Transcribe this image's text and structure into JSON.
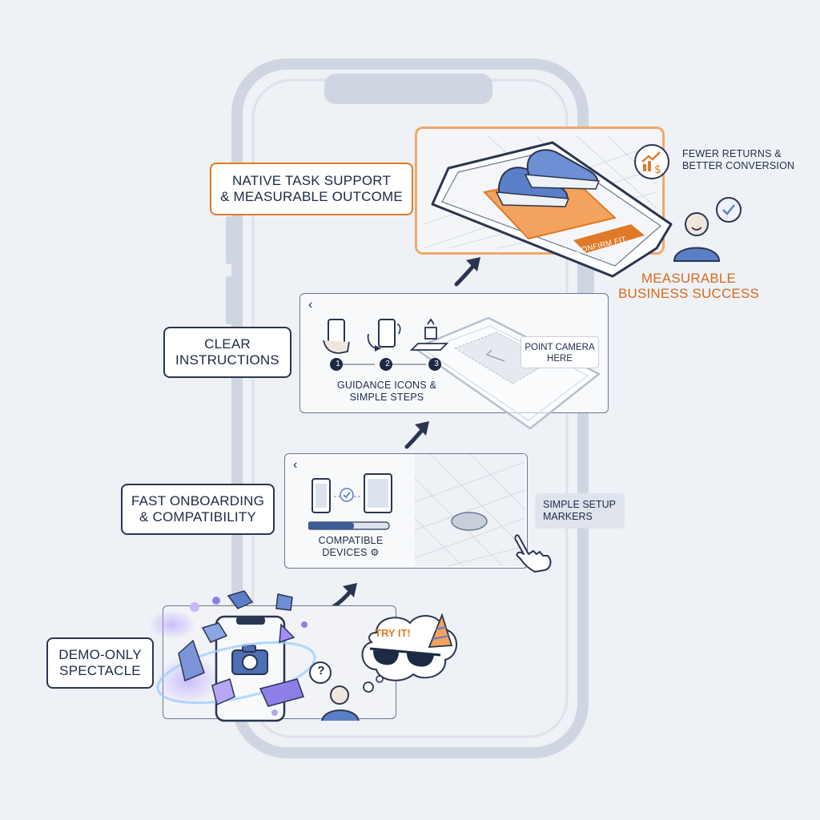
{
  "labels": {
    "native_task": [
      "NATIVE TASK SUPPORT",
      "& MEASURABLE OUTCOME"
    ],
    "clear_instructions": [
      "CLEAR",
      "INSTRUCTIONS"
    ],
    "fast_onboarding": [
      "FAST ONBOARDING",
      "& COMPATIBILITY"
    ],
    "demo_only": [
      "DEMO-ONLY",
      "SPECTACLE"
    ]
  },
  "outcome": {
    "returns": [
      "FEWER RETURNS &",
      "BETTER CONVERSION"
    ],
    "business": [
      "MEASURABLE",
      "BUSINESS SUCCESS"
    ],
    "confirm_button": "CONFIRM FIT"
  },
  "instructions_card": {
    "back": "‹",
    "steps": [
      "1",
      "2",
      "3"
    ],
    "caption": [
      "GUIDANCE ICONS &",
      "SIMPLE STEPS"
    ],
    "camera_tip": [
      "POINT CAMERA",
      "HERE"
    ]
  },
  "onboarding_card": {
    "back": "‹",
    "caption_line1": "COMPATIBLE",
    "caption_line2": "DEVICES",
    "markers": [
      "SIMPLE SETUP",
      "MARKERS"
    ]
  },
  "demo_card": {
    "try_it": "TRY IT!",
    "question": "?"
  },
  "colors": {
    "navy": "#1d2a44",
    "accent_orange": "#e07a28",
    "device_blue": "#5b7fc7",
    "background": "#eef1f5"
  }
}
